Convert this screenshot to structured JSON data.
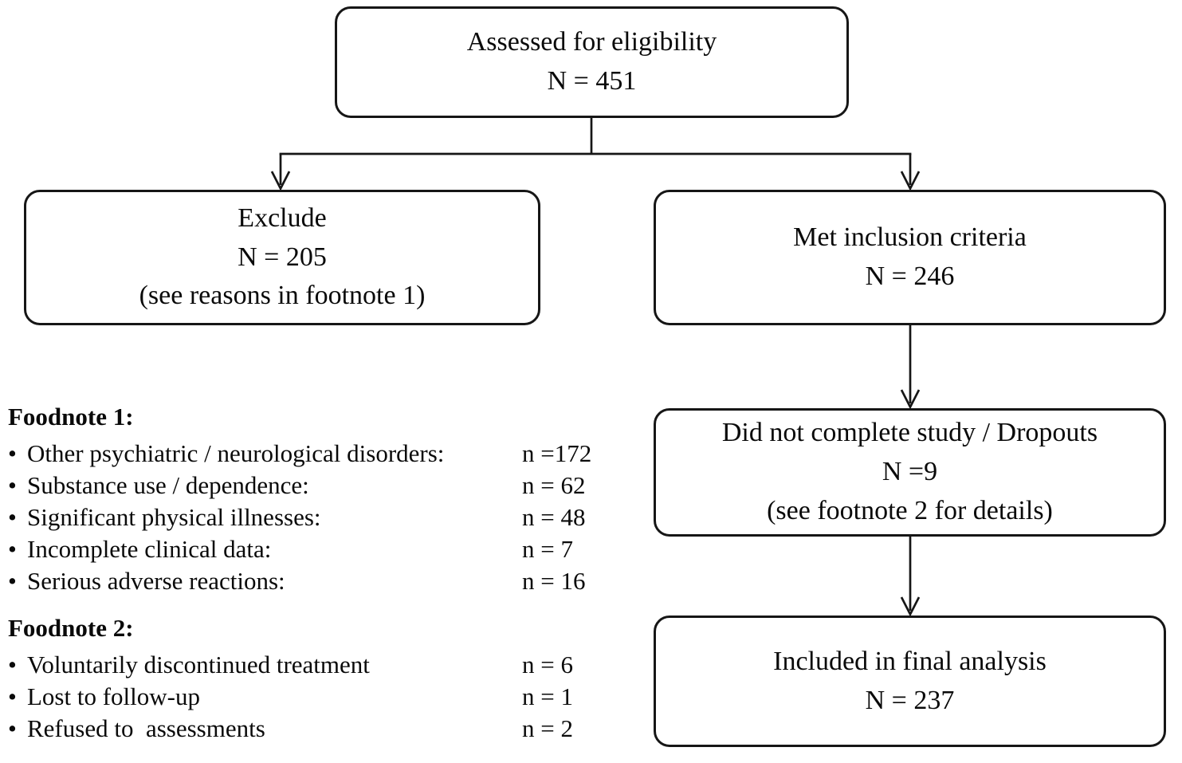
{
  "boxes": {
    "assessed": {
      "lines": [
        "Assessed for eligibility",
        "N = 451"
      ]
    },
    "excluded": {
      "lines": [
        "Exclude",
        "N = 205",
        "(see reasons in footnote 1)"
      ]
    },
    "met": {
      "lines": [
        "Met inclusion criteria",
        "N = 246"
      ]
    },
    "dropouts": {
      "lines": [
        "Did not complete study / Dropouts",
        "N =9",
        "(see footnote 2 for details)"
      ]
    },
    "final": {
      "lines": [
        "Included in final analysis",
        "N = 237"
      ]
    }
  },
  "footnotes": {
    "bullet": "•",
    "fn1": {
      "heading": "Foodnote 1:",
      "items": [
        {
          "label": "Other psychiatric / neurological disorders:",
          "value": "n =172"
        },
        {
          "label": "Substance use / dependence:",
          "value": "n = 62"
        },
        {
          "label": "Significant physical illnesses:",
          "value": "n = 48"
        },
        {
          "label": "Incomplete clinical data:",
          "value": "n = 7"
        },
        {
          "label": "Serious adverse reactions:",
          "value": "n = 16"
        }
      ]
    },
    "fn2": {
      "heading": "Foodnote 2:",
      "items": [
        {
          "label": "Voluntarily discontinued treatment",
          "value": "n = 6"
        },
        {
          "label": "Lost to follow-up",
          "value": "n = 1"
        },
        {
          "label": "Refused to  assessments",
          "value": "n = 2"
        }
      ]
    }
  },
  "colors": {
    "ink": "#161616",
    "background": "#ffffff"
  }
}
